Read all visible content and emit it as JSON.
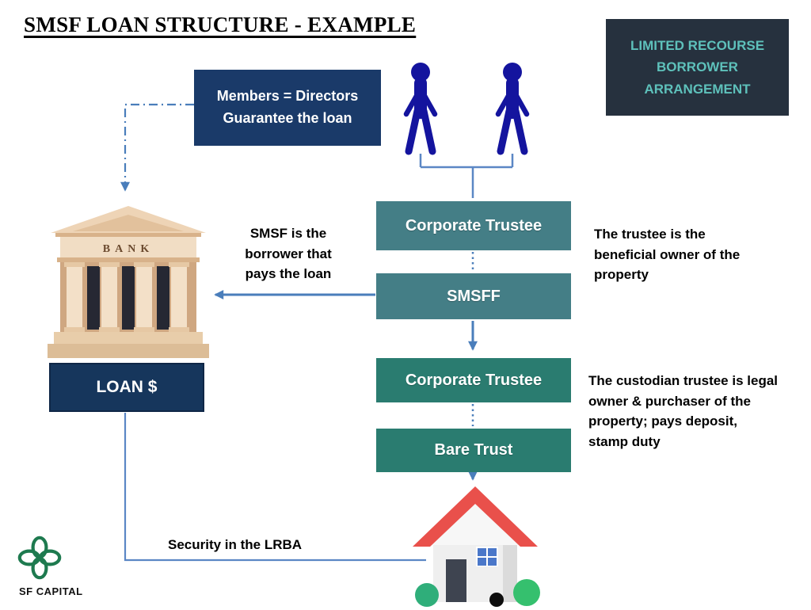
{
  "title": "SMSF LOAN STRUCTURE - EXAMPLE",
  "lrba_box": {
    "label": "LIMITED RECOURSE BORROWER ARRANGEMENT"
  },
  "members_box": {
    "label": "Members = Directors Guarantee the loan"
  },
  "flow_boxes": {
    "corporate_trustee_1": "Corporate Trustee",
    "smsff": "SMSFF",
    "corporate_trustee_2": "Corporate Trustee",
    "bare_trust": "Bare Trust"
  },
  "bank": {
    "label": "BANK"
  },
  "loan_box": {
    "label": "LOAN $"
  },
  "annotations": {
    "smsf_borrower": "SMSF is the borrower that pays the loan",
    "trustee_beneficial": "The trustee is the beneficial owner of the property",
    "custodian": "The custodian trustee is legal owner & purchaser of the property; pays deposit, stamp duty",
    "security": "Security in the LRBA"
  },
  "logo": {
    "label": "SF CAPITAL"
  },
  "icons": {
    "members": "person-icon",
    "lender": "bank-building-icon",
    "property": "house-icon",
    "logo": "clover-knot-icon"
  },
  "colors": {
    "navy_box": "#1A3A69",
    "loan_navy": "#16365C",
    "teal_box_upper": "#447E86",
    "teal_box_lower": "#2A7C70",
    "lrba_background": "#26313E",
    "lrba_text": "#5EC1BB",
    "connector_blue": "#4A7EBB",
    "person_navy": "#14149E",
    "logo_green": "#1E7A4F",
    "house_roof_red": "#E9504B"
  }
}
